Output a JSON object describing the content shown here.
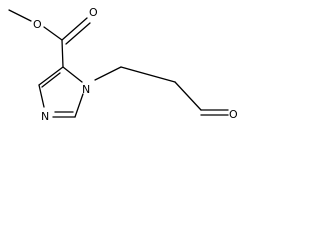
{
  "molecule": {
    "atoms": {
      "ester_O_left": "O",
      "carbonyl_O_top": "O",
      "ring_N1": "N",
      "ring_N3": "N",
      "aldehyde_O": "O"
    }
  },
  "colors": {
    "background": "#ffffff",
    "bond": "#000000",
    "text": "#000000"
  }
}
